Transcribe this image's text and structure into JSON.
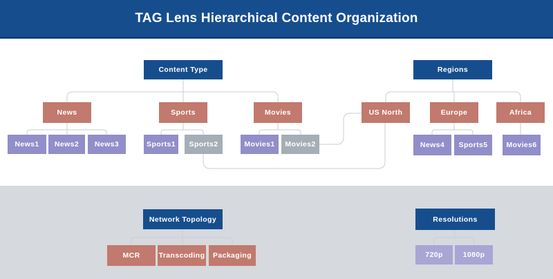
{
  "header": {
    "title": "TAG Lens Hierarchical Content Organization"
  },
  "trees": [
    {
      "root": "Content Type",
      "groups": [
        {
          "label": "News",
          "children": [
            "News1",
            "News2",
            "News3"
          ]
        },
        {
          "label": "Sports",
          "children": [
            "Sports1",
            "Sports2"
          ]
        },
        {
          "label": "Movies",
          "children": [
            "Movies1",
            "Movies2"
          ]
        }
      ]
    },
    {
      "root": "Regions",
      "groups": [
        {
          "label": "US North",
          "children": []
        },
        {
          "label": "Europe",
          "children": [
            "News4",
            "Sports5"
          ]
        },
        {
          "label": "Africa",
          "children": [
            "Movies6"
          ]
        }
      ]
    },
    {
      "root": "Network Topology",
      "groups": [
        {
          "label": "MCR",
          "children": []
        },
        {
          "label": "Transcoding",
          "children": []
        },
        {
          "label": "Packaging",
          "children": []
        }
      ]
    },
    {
      "root": "Resolutions",
      "groups": [
        {
          "label": "720p",
          "children": []
        },
        {
          "label": "1080p",
          "children": []
        }
      ]
    }
  ],
  "cross_links": [
    {
      "from": "Sports2",
      "to": "US North"
    },
    {
      "from": "Movies2",
      "to": "US North"
    }
  ],
  "colors": {
    "header_bg": "#164e8d",
    "root_node": "#164e8d",
    "category_node": "#c17a6d",
    "leaf_node": "#918ec9",
    "cross_mapped_leaf_node": "#a5aeb6",
    "resolution_leaf_node": "#a9a5d5",
    "connector_line": "#c9ced5",
    "lower_band_bg": "#d6d9de",
    "upper_bg": "#ffffff"
  }
}
